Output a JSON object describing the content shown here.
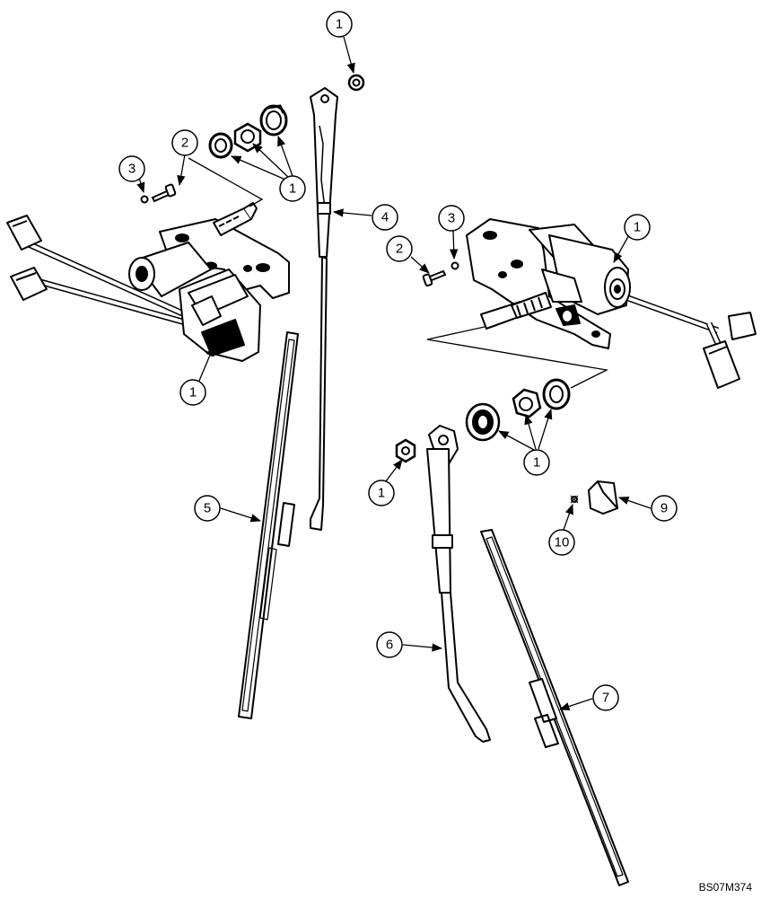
{
  "drawing_reference": "BS07M374",
  "callouts": [
    {
      "label": "1"
    },
    {
      "label": "1"
    },
    {
      "label": "2"
    },
    {
      "label": "3"
    },
    {
      "label": "1"
    },
    {
      "label": "4"
    },
    {
      "label": "3"
    },
    {
      "label": "2"
    },
    {
      "label": "1"
    },
    {
      "label": "5"
    },
    {
      "label": "1"
    },
    {
      "label": "1"
    },
    {
      "label": "9"
    },
    {
      "label": "10"
    },
    {
      "label": "6"
    },
    {
      "label": "7"
    }
  ]
}
